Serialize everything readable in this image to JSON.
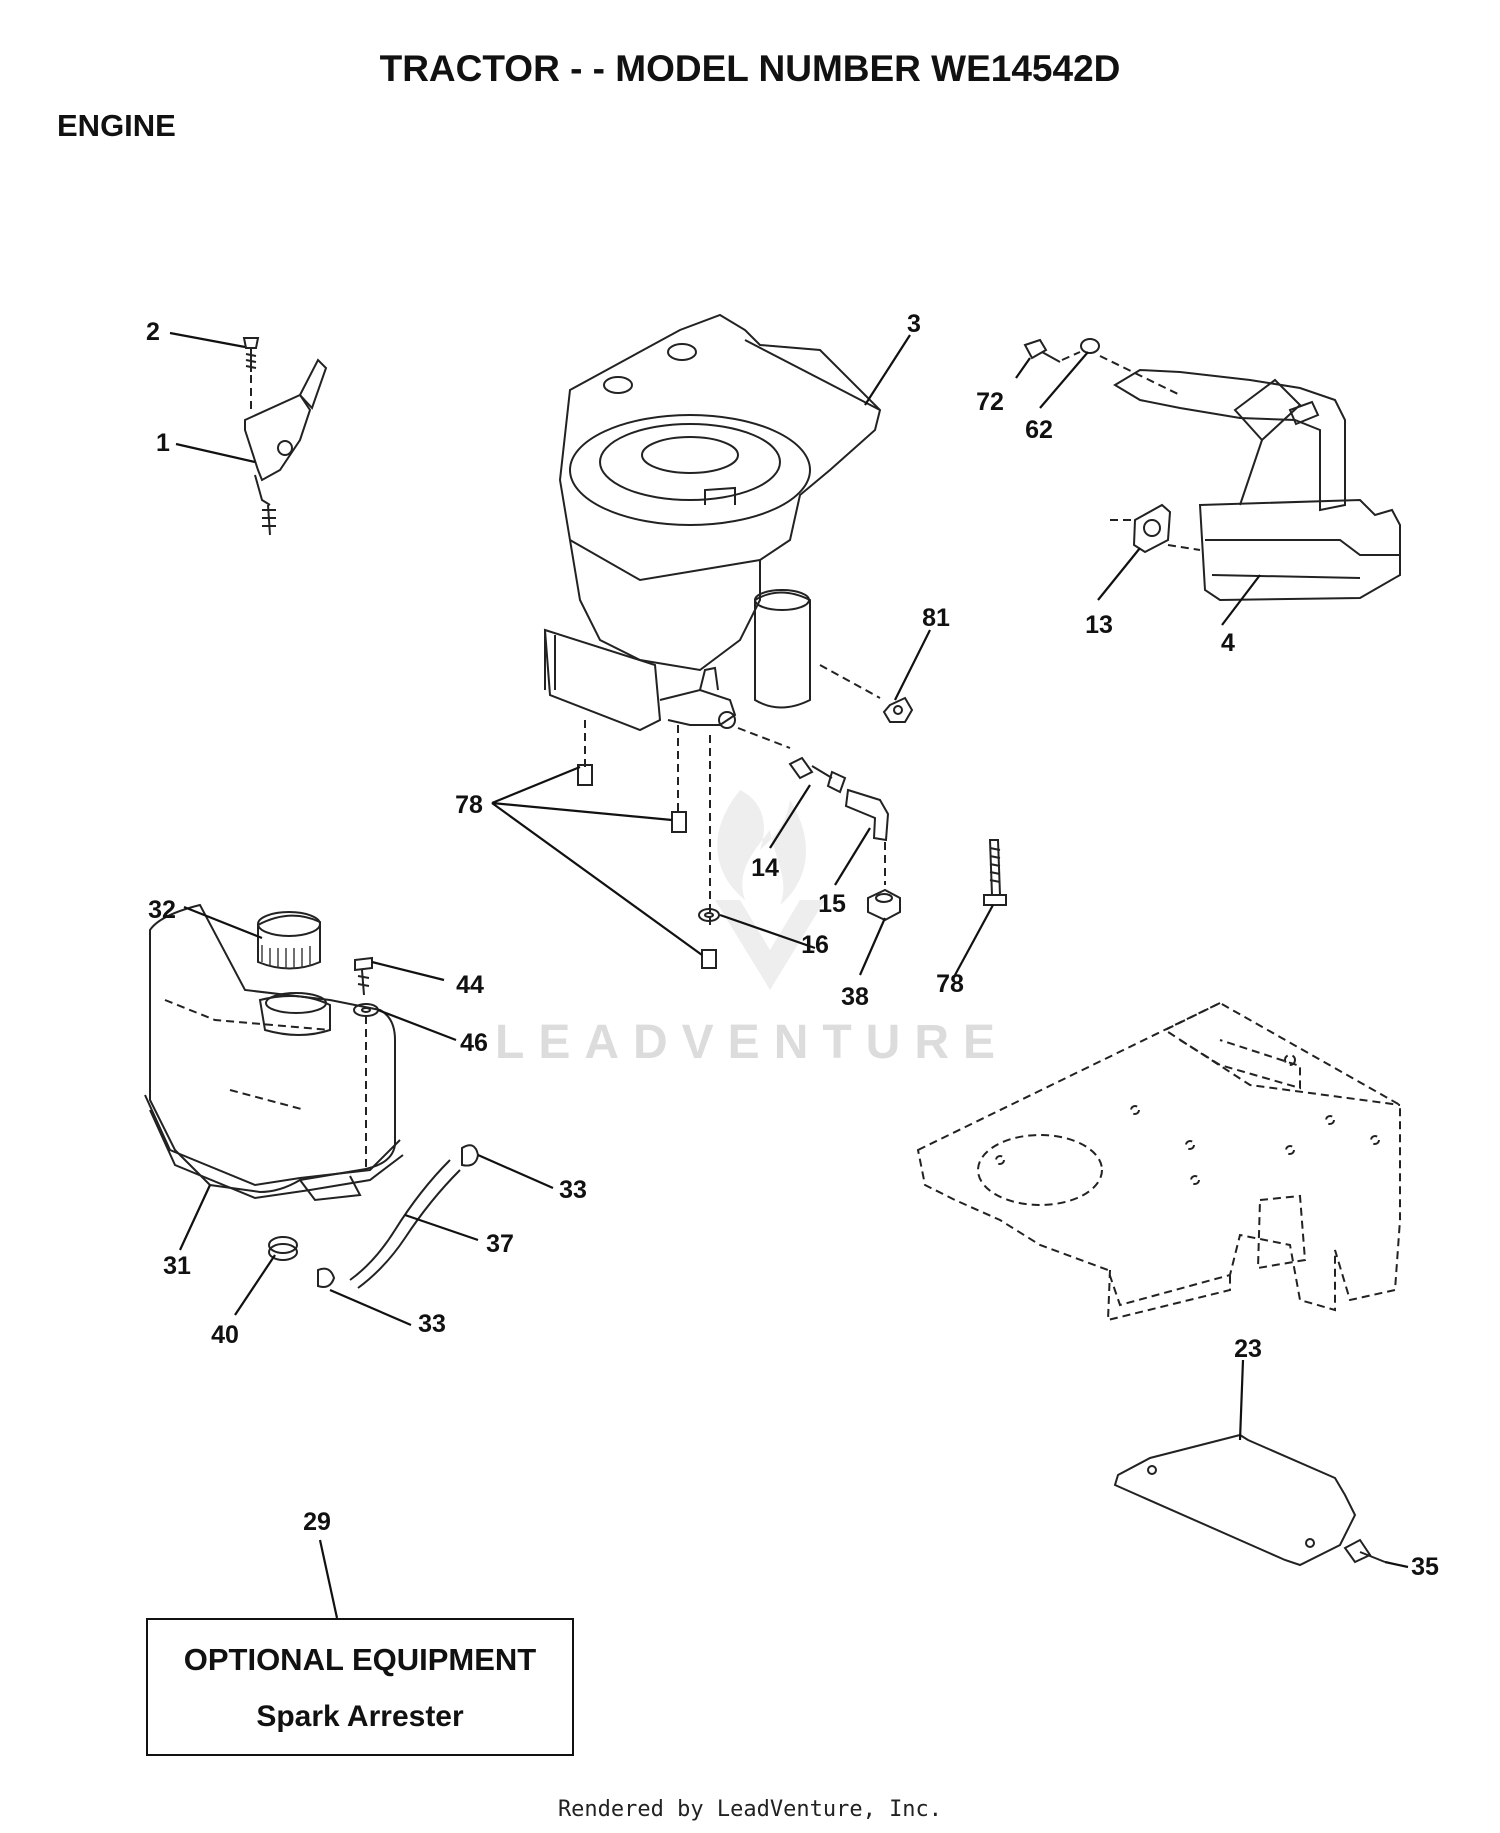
{
  "header": {
    "title": "TRACTOR - - MODEL NUMBER WE14542D",
    "section": "ENGINE"
  },
  "watermark": "LEADVENTURE",
  "callouts": [
    {
      "id": "c2",
      "label": "2"
    },
    {
      "id": "c1",
      "label": "1"
    },
    {
      "id": "c3",
      "label": "3"
    },
    {
      "id": "c72",
      "label": "72"
    },
    {
      "id": "c62",
      "label": "62"
    },
    {
      "id": "c13",
      "label": "13"
    },
    {
      "id": "c4",
      "label": "4"
    },
    {
      "id": "c81",
      "label": "81"
    },
    {
      "id": "c78a",
      "label": "78"
    },
    {
      "id": "c14",
      "label": "14"
    },
    {
      "id": "c15",
      "label": "15"
    },
    {
      "id": "c16",
      "label": "16"
    },
    {
      "id": "c38",
      "label": "38"
    },
    {
      "id": "c78b",
      "label": "78"
    },
    {
      "id": "c32",
      "label": "32"
    },
    {
      "id": "c44",
      "label": "44"
    },
    {
      "id": "c46",
      "label": "46"
    },
    {
      "id": "c33a",
      "label": "33"
    },
    {
      "id": "c37",
      "label": "37"
    },
    {
      "id": "c31",
      "label": "31"
    },
    {
      "id": "c40",
      "label": "40"
    },
    {
      "id": "c33b",
      "label": "33"
    },
    {
      "id": "c23",
      "label": "23"
    },
    {
      "id": "c35",
      "label": "35"
    },
    {
      "id": "c29",
      "label": "29"
    }
  ],
  "optional_box": {
    "title": "OPTIONAL EQUIPMENT",
    "subtitle": "Spark Arrester"
  },
  "footer": "Rendered by LeadVenture, Inc."
}
